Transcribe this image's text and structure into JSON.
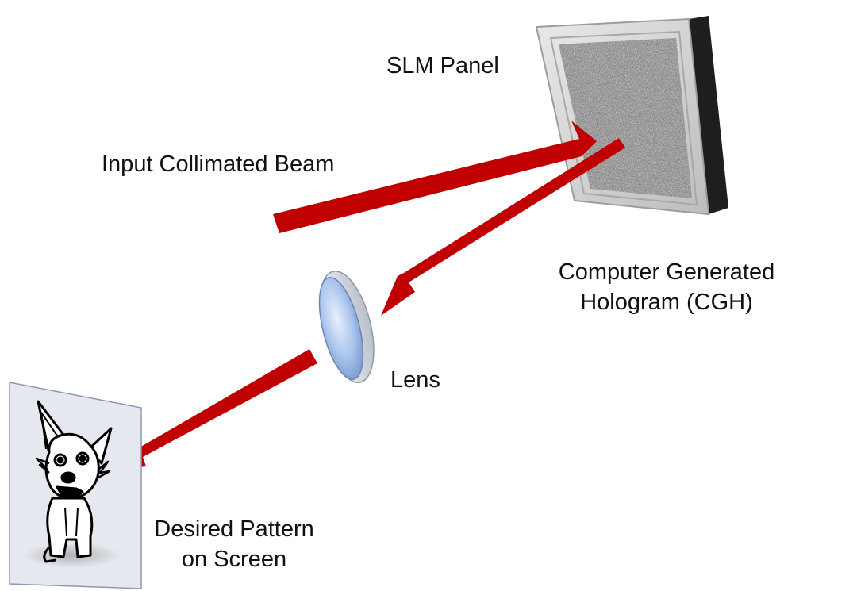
{
  "labels": {
    "slm_panel": "SLM Panel",
    "input_beam": "Input Collimated Beam",
    "cgh_line1": "Computer Generated",
    "cgh_line2": "Hologram (CGH)",
    "lens": "Lens",
    "pattern_line1": "Desired Pattern",
    "pattern_line2": "on Screen"
  },
  "colors": {
    "beam": "#c00000",
    "lens": "#a9c4ec",
    "panel_frame": "#d4d4d4",
    "panel_side": "#1e1e1e",
    "screen": "#e6e8ef"
  },
  "icons": {
    "panel_texture": "noise-hologram",
    "screen_image": "cartoon-dog"
  }
}
